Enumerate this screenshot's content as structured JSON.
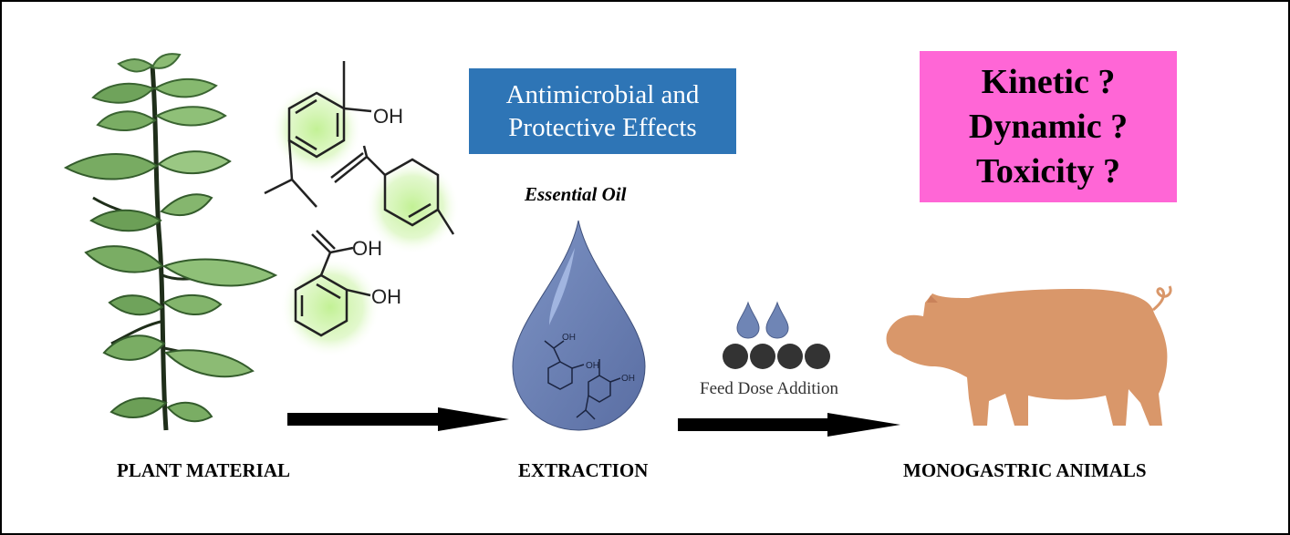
{
  "effects_box": {
    "text": "Antimicrobial and\nProtective Effects",
    "color": "#2e75b6"
  },
  "questions_box": {
    "lines": [
      "Kinetic ?",
      "Dynamic ?",
      "Toxicity ?"
    ],
    "color": "#ff66d6"
  },
  "essential_oil_label": "Essential Oil",
  "feed_label": "Feed Dose Addition",
  "stages": {
    "plant": "PLANT MATERIAL",
    "extraction": "EXTRACTION",
    "animals": "MONOGASTRIC ANIMALS"
  },
  "molecule_labels": {
    "hydroxyl": "OH"
  },
  "colors": {
    "leaf": "#7fb06a",
    "leaf_dark": "#3f6b36",
    "drop": "#6f85b5",
    "pig": "#d9976a",
    "glow": "#c9eea4",
    "pellet": "#333333"
  }
}
